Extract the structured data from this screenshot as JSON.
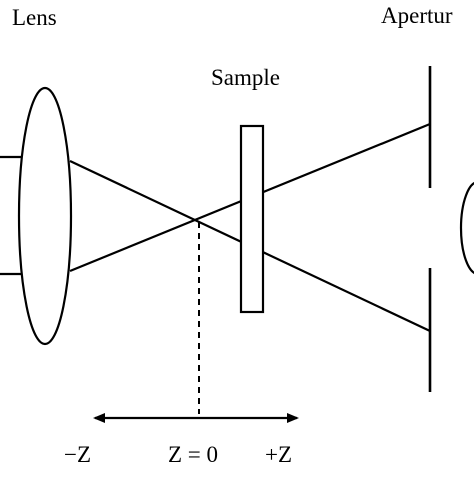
{
  "diagram": {
    "labels": {
      "lens": "Lens",
      "aperture": "Apertur",
      "sample": "Sample",
      "minus_z": "−Z",
      "z_zero": "Z = 0",
      "plus_z": "+Z"
    },
    "colors": {
      "stroke": "#000000",
      "background": "#ffffff"
    }
  }
}
